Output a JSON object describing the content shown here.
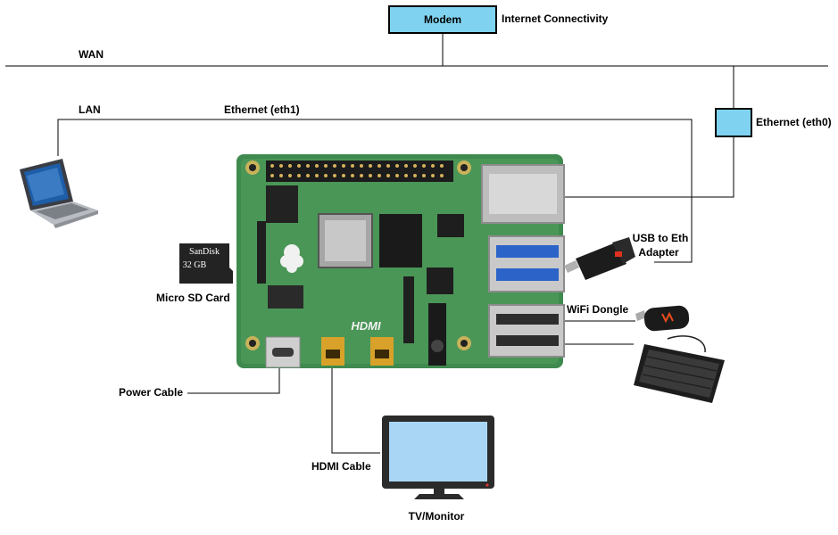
{
  "labels": {
    "modem": "Modem",
    "internet": "Internet Connectivity",
    "wan": "WAN",
    "lan": "LAN",
    "eth1": "Ethernet (eth1)",
    "eth0": "Ethernet (eth0)",
    "usb_eth_1": "USB to Eth",
    "usb_eth_2": "Adapter",
    "wifi": "WiFi Dongle",
    "sd": "Micro SD Card",
    "power": "Power Cable",
    "hdmi": "HDMI Cable",
    "tv": "TV/Monitor"
  },
  "sd_card": {
    "brand": "SanDisk",
    "capacity": "32 GB"
  },
  "board": {
    "hdmi_logo": "HDMI"
  },
  "colors": {
    "box_fill": "#7fd3f0",
    "pcb": "#3f8a4f",
    "pcb_dark": "#2f6e3d",
    "usb_blue": "#2b63c9",
    "gold": "#d8a22a"
  },
  "icons": [
    "laptop-icon",
    "keyboard-icon",
    "monitor-icon",
    "raspberry-pi-board",
    "sd-card-icon",
    "usb-eth-adapter-icon",
    "wifi-dongle-icon"
  ]
}
